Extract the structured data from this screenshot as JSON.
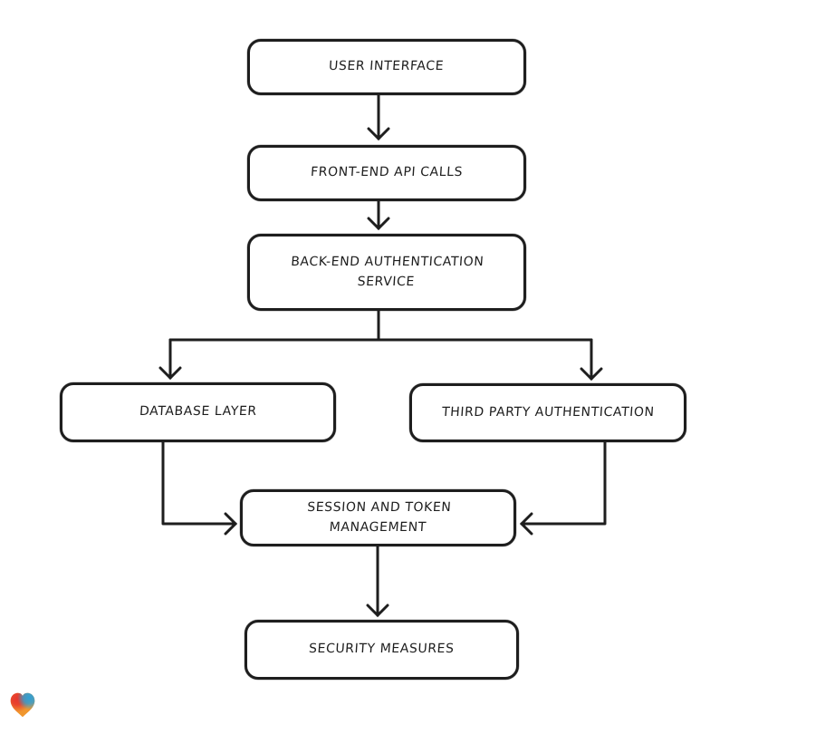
{
  "diagram": {
    "type": "flowchart",
    "background": "#ffffff",
    "stroke_color": "#1e1e1e",
    "node_fill": "#ffffff",
    "nodes": [
      {
        "id": "user-interface",
        "label": "USER INTERFACE"
      },
      {
        "id": "front-end-api-calls",
        "label": "FRONT-END API CALLS"
      },
      {
        "id": "back-end-authentication-service",
        "label": "BACK-END AUTHENTICATION SERVICE"
      },
      {
        "id": "database-layer",
        "label": "DATABASE LAYER"
      },
      {
        "id": "third-party-authentication",
        "label": "THIRD PARTY AUTHENTICATION"
      },
      {
        "id": "session-and-token-management",
        "label": "SESSION AND TOKEN MANAGEMENT"
      },
      {
        "id": "security-measures",
        "label": "SECURITY MEASURES"
      }
    ],
    "edges": [
      {
        "from": "user-interface",
        "to": "front-end-api-calls"
      },
      {
        "from": "front-end-api-calls",
        "to": "back-end-authentication-service"
      },
      {
        "from": "back-end-authentication-service",
        "to": "database-layer"
      },
      {
        "from": "back-end-authentication-service",
        "to": "third-party-authentication"
      },
      {
        "from": "database-layer",
        "to": "session-and-token-management"
      },
      {
        "from": "third-party-authentication",
        "to": "session-and-token-management"
      },
      {
        "from": "session-and-token-management",
        "to": "security-measures"
      }
    ],
    "logo": {
      "name": "eraser-heart-logo",
      "colors": {
        "red": "#e7362e",
        "blue": "#2f9fd6",
        "green": "#7aa843",
        "orange": "#f0962e"
      }
    }
  }
}
